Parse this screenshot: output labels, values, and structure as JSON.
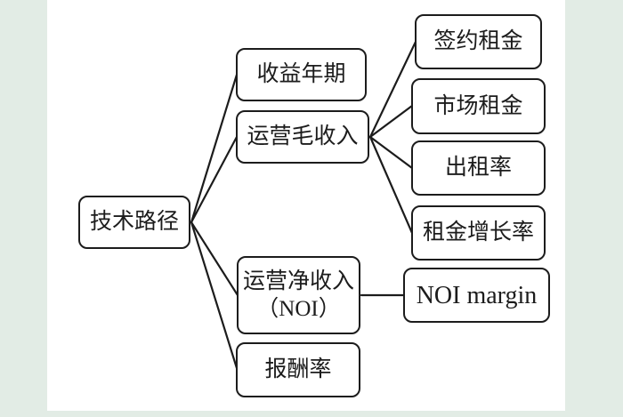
{
  "colors": {
    "frame_background": "#e2ece5",
    "canvas_background": "#ffffff",
    "node_border": "#1c1c1c",
    "connector_line": "#1c1c1c",
    "text": "#1c1c1c"
  },
  "diagram": {
    "root": {
      "label": "技术路径"
    },
    "level2": {
      "income_period": {
        "label": "收益年期"
      },
      "gross_operating_income": {
        "label": "运营毛收入"
      },
      "net_operating_income": {
        "label_line1": "运营净收入",
        "label_line2": "（NOI）"
      },
      "return_rate": {
        "label": "报酬率"
      }
    },
    "level3": {
      "contract_rent": {
        "label": "签约租金"
      },
      "market_rent": {
        "label": "市场租金"
      },
      "occupancy_rate": {
        "label": "出租率"
      },
      "rent_growth_rate": {
        "label": "租金增长率"
      },
      "noi_margin": {
        "label": "NOI margin"
      }
    }
  }
}
